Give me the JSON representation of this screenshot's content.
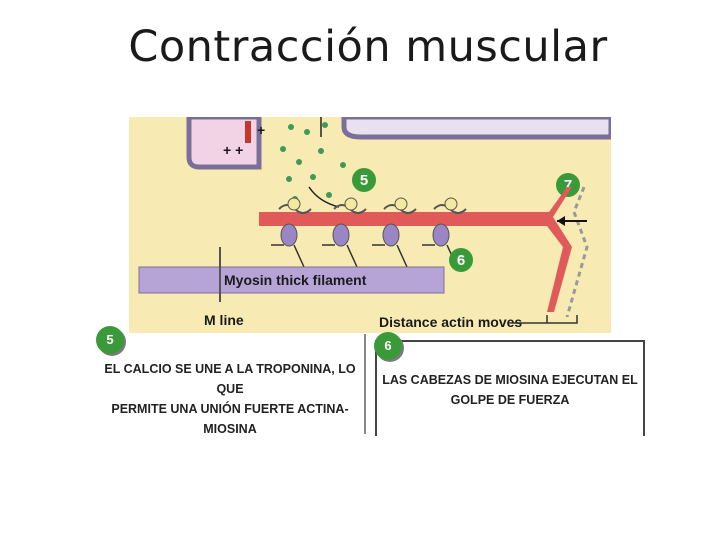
{
  "title": "Contracción muscular",
  "diagram": {
    "labels": {
      "myosin_filament": "Myosin thick filament",
      "m_line": "M line",
      "distance": "Distance actin moves"
    },
    "steps": [
      "5",
      "6",
      "7"
    ],
    "colors": {
      "background": "#f7ebb3",
      "actin": "#e05a5a",
      "myosin": "#b7a4d6",
      "calcium": "#3f9a55",
      "badge": "#3a9a3a"
    }
  },
  "callouts": [
    {
      "number": "5",
      "lines": [
        "EL CALCIO SE UNE A LA TROPONINA, LO QUE",
        "PERMITE UNA UNIÓN FUERTE ACTINA-",
        "MIOSINA"
      ]
    },
    {
      "number": "6",
      "lines": [
        "LAS CABEZAS DE MIOSINA EJECUTAN EL",
        "GOLPE DE FUERZA"
      ]
    }
  ]
}
